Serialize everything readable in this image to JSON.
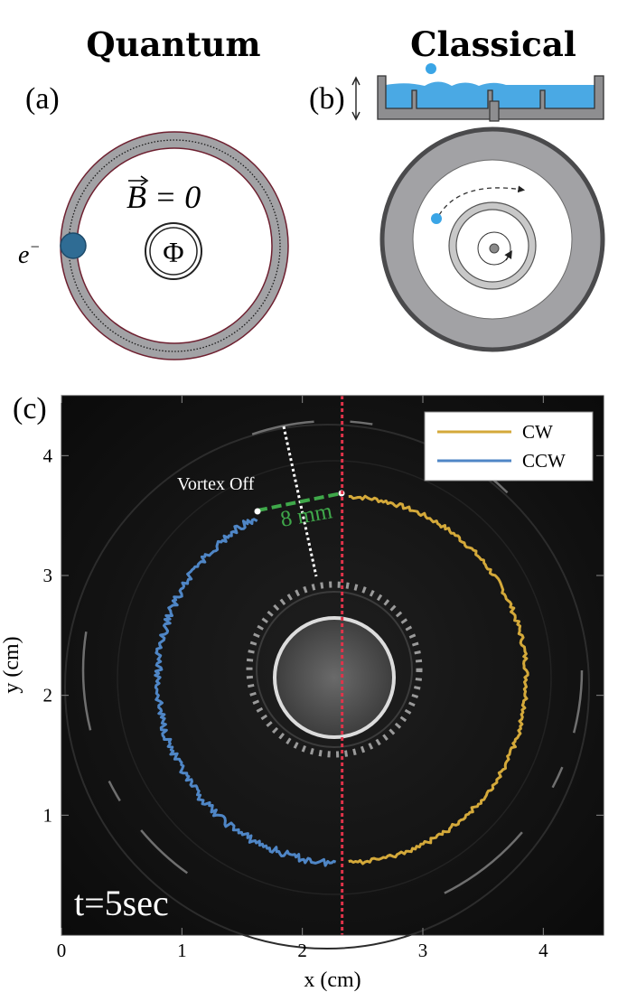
{
  "panel_a": {
    "title": "Quantum",
    "label": "(a)",
    "field_eq": "B = 0",
    "flux_symbol": "Φ",
    "particle": "e",
    "particle_sup": "−"
  },
  "panel_b": {
    "title": "Classical",
    "label": "(b)"
  },
  "panel_c": {
    "label": "(c)",
    "annotation_vortex_off": "Vortex Off",
    "annotation_distance": "8 mm",
    "time_label": "t=5sec"
  },
  "colors": {
    "cw": "#d4a93a",
    "ccw": "#4f86c6",
    "guide": "#e0334a",
    "measure": "#3fa84a",
    "droplet": "#3aa5e6",
    "ring": "#a0a0a2"
  },
  "chart_data": {
    "type": "line",
    "xlabel": "x (cm)",
    "ylabel": "y (cm)",
    "xlim": [
      0,
      4.5
    ],
    "ylim": [
      0,
      4.5
    ],
    "xticks": [
      "0",
      "1",
      "2",
      "3",
      "4"
    ],
    "yticks": [
      "1",
      "2",
      "3",
      "4"
    ],
    "legend_position": "top-right",
    "series": [
      {
        "name": "CW",
        "center": [
          2.33,
          2.13
        ],
        "radius": 1.53,
        "theta_start_deg": 88,
        "theta_end_deg": -88,
        "noise": 0.018
      },
      {
        "name": "CCW",
        "center": [
          2.33,
          2.13
        ],
        "radius": 1.53,
        "theta_start_deg": 118,
        "theta_end_deg": 268,
        "noise": 0.03
      }
    ],
    "vertical_guide_x": 2.33
  }
}
